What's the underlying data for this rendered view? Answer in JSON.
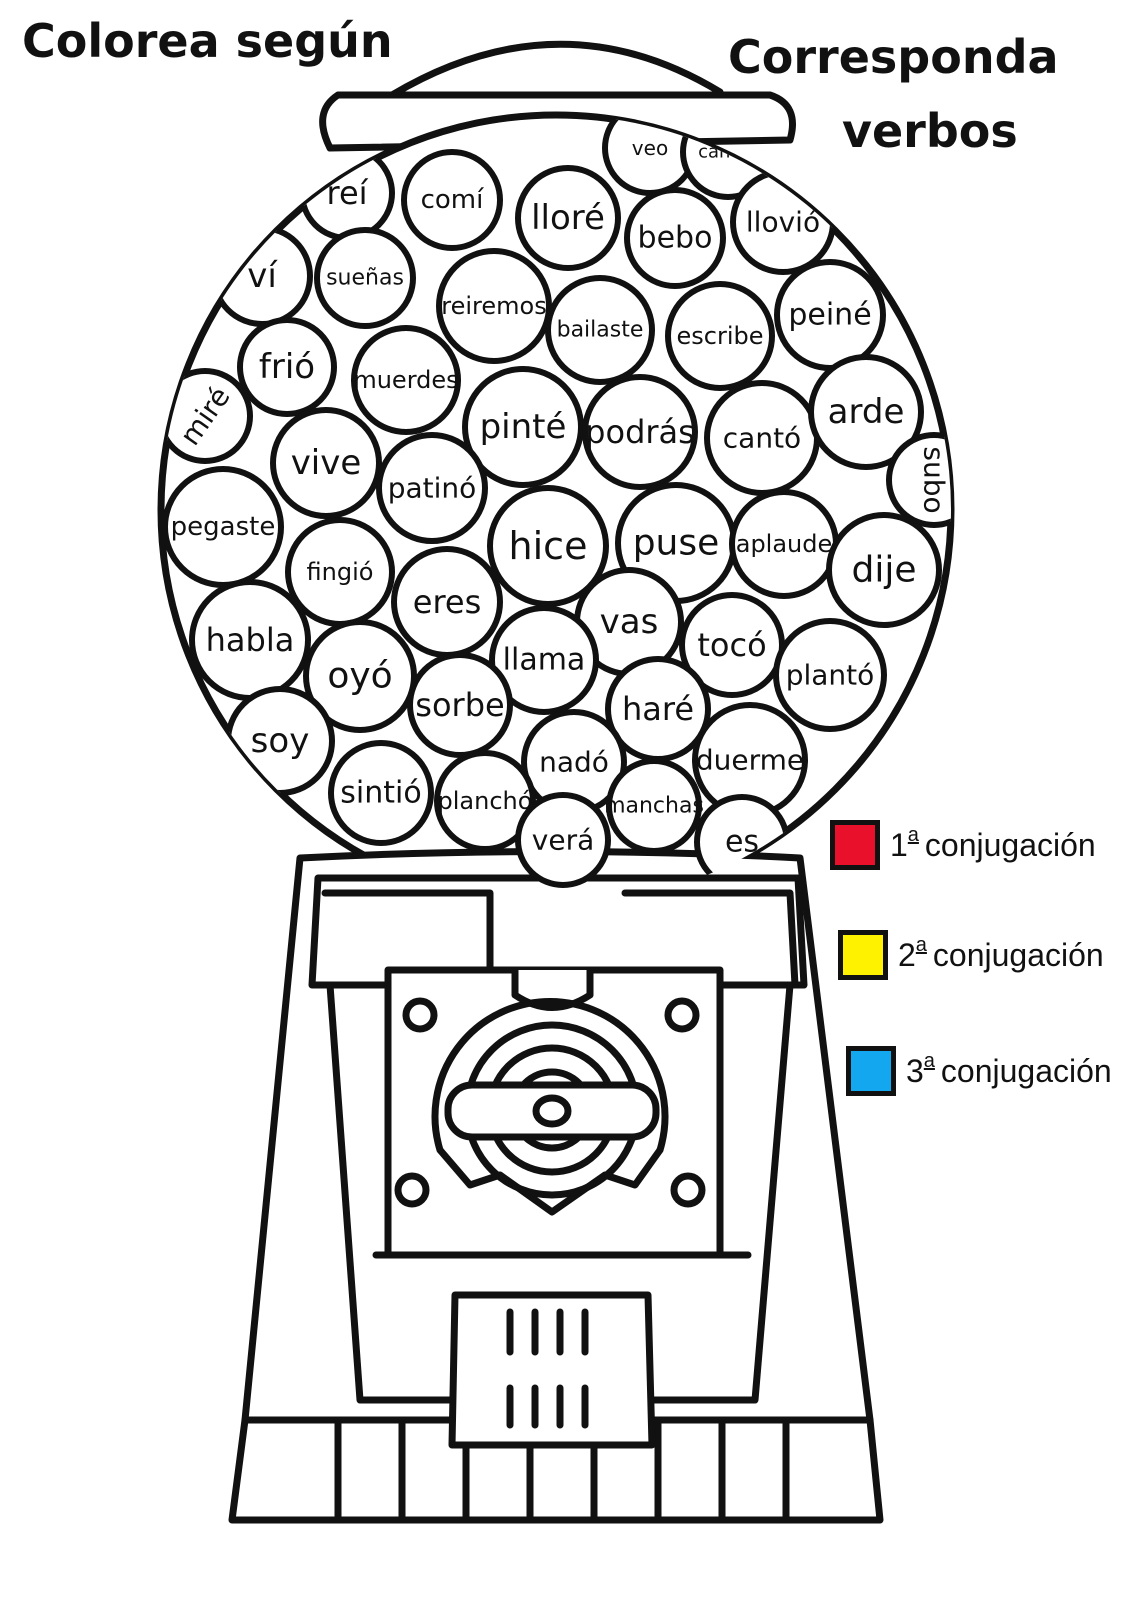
{
  "title": {
    "left": "Colorea según",
    "right_line1": "Corresponda",
    "right_line2": "verbos"
  },
  "gumballs": [
    {
      "text": "veo"
    },
    {
      "text": "cantas"
    },
    {
      "text": "reí"
    },
    {
      "text": "comí"
    },
    {
      "text": "lloré"
    },
    {
      "text": "bebo"
    },
    {
      "text": "llovió"
    },
    {
      "text": "ví"
    },
    {
      "text": "sueñas"
    },
    {
      "text": "reiremos"
    },
    {
      "text": "bailaste"
    },
    {
      "text": "escribe"
    },
    {
      "text": "peiné"
    },
    {
      "text": "frió"
    },
    {
      "text": "muerdes"
    },
    {
      "text": "miré"
    },
    {
      "text": "pinté"
    },
    {
      "text": "podrás"
    },
    {
      "text": "cantó"
    },
    {
      "text": "arde"
    },
    {
      "text": "subo"
    },
    {
      "text": "vive"
    },
    {
      "text": "patinó"
    },
    {
      "text": "pegaste"
    },
    {
      "text": "hice"
    },
    {
      "text": "puse"
    },
    {
      "text": "aplaude"
    },
    {
      "text": "dije"
    },
    {
      "text": "fingió"
    },
    {
      "text": "eres"
    },
    {
      "text": "habla"
    },
    {
      "text": "vas"
    },
    {
      "text": "llama"
    },
    {
      "text": "tocó"
    },
    {
      "text": "oyó"
    },
    {
      "text": "plantó"
    },
    {
      "text": "sorbe"
    },
    {
      "text": "haré"
    },
    {
      "text": "soy"
    },
    {
      "text": "nadó"
    },
    {
      "text": "duerme"
    },
    {
      "text": "sintió"
    },
    {
      "text": "planchó"
    },
    {
      "text": "manchas"
    },
    {
      "text": "verá"
    },
    {
      "text": "es"
    }
  ],
  "legend": [
    {
      "number": "1",
      "ordinal": "a",
      "label": "conjugación",
      "color": "#e8102a"
    },
    {
      "number": "2",
      "ordinal": "a",
      "label": "conjugación",
      "color": "#fff200"
    },
    {
      "number": "3",
      "ordinal": "a",
      "label": "conjugación",
      "color": "#12a7ee"
    }
  ]
}
